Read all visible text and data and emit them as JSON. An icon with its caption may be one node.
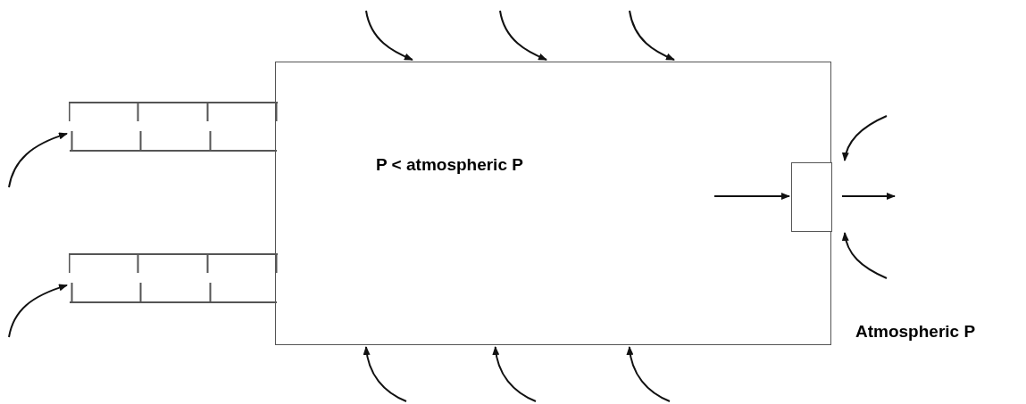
{
  "diagram": {
    "nodes": [
      {
        "text": [
          "P < atmospheric P"
        ]
      },
      {
        "text": [],
        "shape": "box"
      },
      {
        "text": [],
        "shape": "box"
      },
      {
        "text": [],
        "shape": "box",
        "in": 0
      }
    ],
    "edges": [
      {
        "from": null,
        "to": 0,
        "arrow": "to"
      },
      {
        "from": null,
        "to": 0,
        "arrow": "to"
      },
      {
        "from": null,
        "to": 0,
        "arrow": "to"
      },
      {
        "from": null,
        "to": 1,
        "arrow": "to"
      },
      {
        "from": null,
        "to": 2,
        "arrow": "to"
      },
      {
        "from": null,
        "to": 3,
        "arrow": "to"
      },
      {
        "from": null,
        "to": 3,
        "arrow": "to"
      },
      {
        "from": null,
        "to": 3,
        "arrow": "to"
      },
      {
        "from": 3,
        "to": null,
        "arrow": "to"
      },
      {
        "from": null,
        "to": 0,
        "arrow": "to"
      },
      {
        "from": null,
        "to": 0,
        "arrow": "to"
      },
      {
        "from": null,
        "to": 0,
        "arrow": "to"
      }
    ],
    "labels": [
      "Atmospheric P"
    ]
  }
}
